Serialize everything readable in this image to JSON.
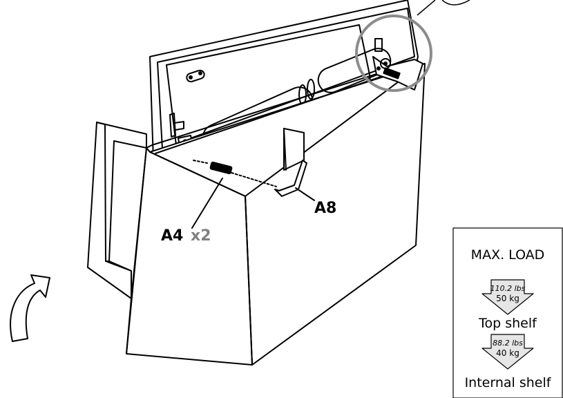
{
  "callouts": {
    "a4_part": "A4",
    "a4_qty": "x2",
    "a8_part": "A8"
  },
  "load_panel": {
    "title": "MAX. LOAD",
    "top_shelf": {
      "lbs": "110.2 lbs",
      "kg": "50 kg",
      "label": "Top shelf"
    },
    "internal_shelf": {
      "lbs": "88.2 lbs",
      "kg": "40 kg",
      "label": "Internal shelf"
    }
  },
  "colors": {
    "line": "#000000",
    "accent_grey": "#808080",
    "detail_circle": "#8c8c8c",
    "arrow_fill": "#e6e6e6"
  },
  "icons": [
    "rotate-arrow-icon",
    "down-arrow-icon"
  ]
}
